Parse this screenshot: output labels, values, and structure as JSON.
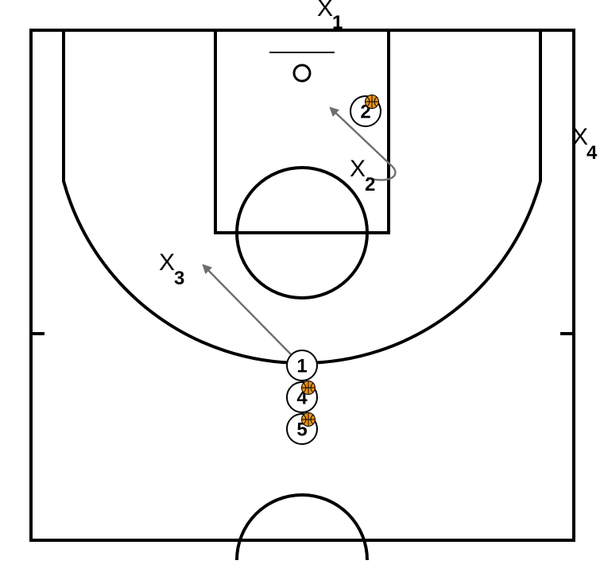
{
  "colors": {
    "court_line": "#000000",
    "movement_arrow": "#6e6e6e",
    "ball": "#e8921e"
  },
  "icons": {
    "ball": "basketball-icon",
    "basket": "basket-ring-icon"
  },
  "offense": [
    {
      "id": "o1",
      "number": "1",
      "has_ball": false
    },
    {
      "id": "o2",
      "number": "2",
      "has_ball": true
    },
    {
      "id": "o4",
      "number": "4",
      "has_ball": true
    },
    {
      "id": "o5",
      "number": "5",
      "has_ball": true
    }
  ],
  "defense": [
    {
      "id": "x1",
      "letter": "X",
      "number": "1"
    },
    {
      "id": "x2",
      "letter": "X",
      "number": "2"
    },
    {
      "id": "x3",
      "letter": "X",
      "number": "3"
    },
    {
      "id": "x4",
      "letter": "X",
      "number": "4"
    }
  ],
  "movements": [
    {
      "from": "x2",
      "direction": "toward basket"
    },
    {
      "from": "o1",
      "direction": "toward left wing"
    }
  ]
}
